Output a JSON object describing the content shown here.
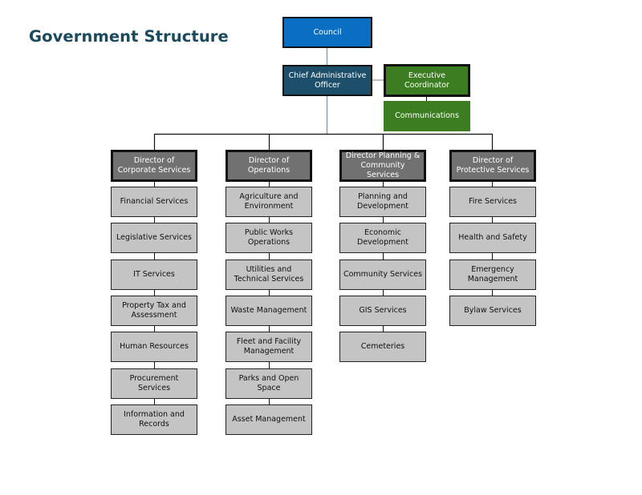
{
  "title": "Government Structure",
  "top": {
    "council": "Council",
    "cao": "Chief Administrative Officer",
    "executive": "Executive Coordinator",
    "communications": "Communications"
  },
  "colors": {
    "title": "#1b4a5e",
    "council": "#0a6fc2",
    "cao": "#1d4f6b",
    "green": "#3d7d22",
    "director": "#717171",
    "service": "#c4c4c4",
    "connector_blue": "#4f9fd2"
  },
  "departments": [
    {
      "director": "Director of Corporate Services",
      "services": [
        "Financial Services",
        "Legislative Services",
        "IT Services",
        "Property Tax and Assessment",
        "Human Resources",
        "Procurement Services",
        "Information and Records"
      ]
    },
    {
      "director": "Director of Operations",
      "services": [
        "Agriculture and Environment",
        "Public Works Operations",
        "Utilities and Technical Services",
        "Waste Management",
        "Fleet and Facility Management",
        "Parks and Open Space",
        "Asset Management"
      ]
    },
    {
      "director": "Director Planning & Community Services",
      "services": [
        "Planning and Development",
        "Economic Development",
        "Community Services",
        "GIS Services",
        "Cemeteries"
      ]
    },
    {
      "director": "Director of Protective Services",
      "services": [
        "Fire Services",
        "Health and Safety",
        "Emergency Management",
        "Bylaw Services"
      ]
    }
  ]
}
